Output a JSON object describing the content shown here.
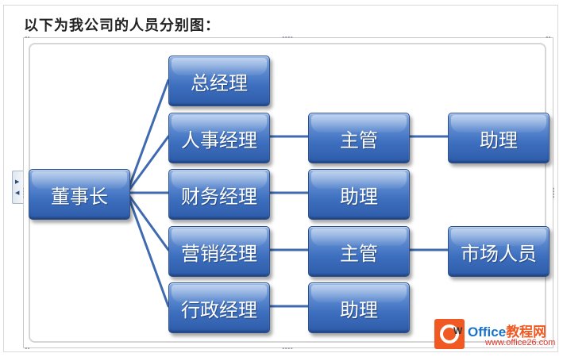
{
  "intro_text": "以下为我公司的人员分别图：",
  "org_chart": {
    "root": "董事长",
    "managers": [
      "总经理",
      "人事经理",
      "财务经理",
      "营销经理",
      "行政经理"
    ],
    "level3": {
      "hr": "主管",
      "finance": "助理",
      "marketing": "主管",
      "admin": "助理"
    },
    "level4": {
      "hr": "助理",
      "marketing": "市场人员"
    }
  },
  "watermark": {
    "brand_main": "Office",
    "brand_accent": "教程网",
    "site": "www.office26.com",
    "doc_word": "W"
  },
  "colors": {
    "node_fill": "#3d6fbf",
    "node_border": "#2b4f8f",
    "connector": "#3f6ab0",
    "logo_orange": "#f05a22"
  }
}
